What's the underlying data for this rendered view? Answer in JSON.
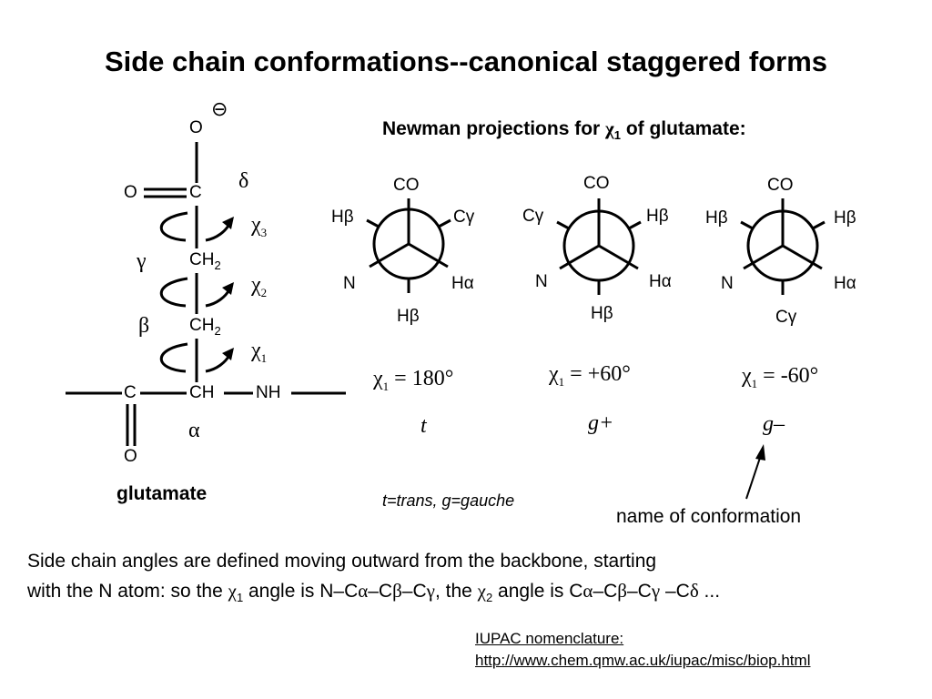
{
  "title": "Side chain conformations--canonical staggered forms",
  "subtitle": {
    "prefix": "Newman projections for ",
    "chi": "χ",
    "sub": "1",
    "suffix": " of glutamate:"
  },
  "molecule": {
    "o_minus": "O",
    "minus_sign": "⊖",
    "c_delta": "C",
    "o_carbonyl": "O",
    "delta": "δ",
    "gamma": "γ",
    "ch2_gamma": "CH",
    "ch2_beta": "CH",
    "two": "2",
    "beta": "β",
    "alpha": "α",
    "c_backbone": "C",
    "ch_alpha": "CH",
    "nh": "NH",
    "o_backbone": "O",
    "chi": "χ",
    "chi3_sub": "3",
    "chi2_sub": "2",
    "chi1_sub": "1",
    "name": "glutamate"
  },
  "projections": [
    {
      "front": {
        "top": "CO",
        "left": "N",
        "right": "Hα"
      },
      "back": {
        "upleft": "Hβ",
        "upright": "Cγ",
        "down": "Hβ"
      },
      "angle": {
        "chi": "χ",
        "sub": "1",
        "value": " = 180°"
      },
      "conf_name": "t"
    },
    {
      "front": {
        "top": "CO",
        "left": "N",
        "right": "Hα"
      },
      "back": {
        "upleft": "Cγ",
        "upright": "Hβ",
        "down": "Hβ"
      },
      "angle": {
        "chi": "χ",
        "sub": "1",
        "value": " = +60°"
      },
      "conf_name": "g+"
    },
    {
      "front": {
        "top": "CO",
        "left": "N",
        "right": "Hα"
      },
      "back": {
        "upleft": "Hβ",
        "upright": "Hβ",
        "down": "Cγ"
      },
      "angle": {
        "chi": "χ",
        "sub": "1",
        "value": " = -60°"
      },
      "conf_name": "g–"
    }
  ],
  "legend_trans": "t=trans, g=gauche",
  "conformation_label": "name of conformation",
  "paragraph": {
    "line1": "Side chain angles are defined moving outward from the backbone, starting",
    "line2_a": "with the N atom: so the ",
    "chi": "χ",
    "sub1": "1",
    "line2_b": " angle is N–C",
    "alpha": "α",
    "dash": "–C",
    "beta": "β",
    "gamma": "γ",
    "line2_c": ", the ",
    "sub2": "2",
    "line2_d": " angle is C",
    "line2_e": " –C",
    "delta": "δ",
    "ellipsis": " ..."
  },
  "reference": {
    "line1": "IUPAC nomenclature:",
    "line2": "http://www.chem.qmw.ac.uk/iupac/misc/biop.html"
  }
}
